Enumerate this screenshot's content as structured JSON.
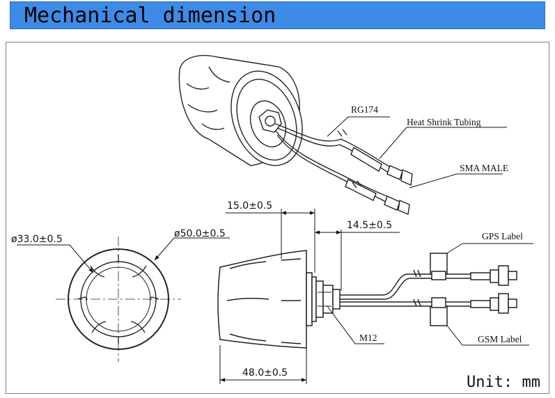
{
  "header": {
    "title": "Mechanical dimension"
  },
  "labels": {
    "cable": "RG174",
    "tubing": "Heat Shrink Tubing",
    "connector": "SMA MALE",
    "gps_label": "GPS Label",
    "gsm_label": "GSM Label",
    "thread": "M12"
  },
  "dimensions": {
    "inner_diameter": "ø33.0±0.5",
    "outer_diameter": "ø50.0±0.5",
    "top_width": "15.0±0.5",
    "shaft_width": "14.5±0.5",
    "overall_length": "48.0±0.5"
  },
  "unit_note": "Unit: mm"
}
